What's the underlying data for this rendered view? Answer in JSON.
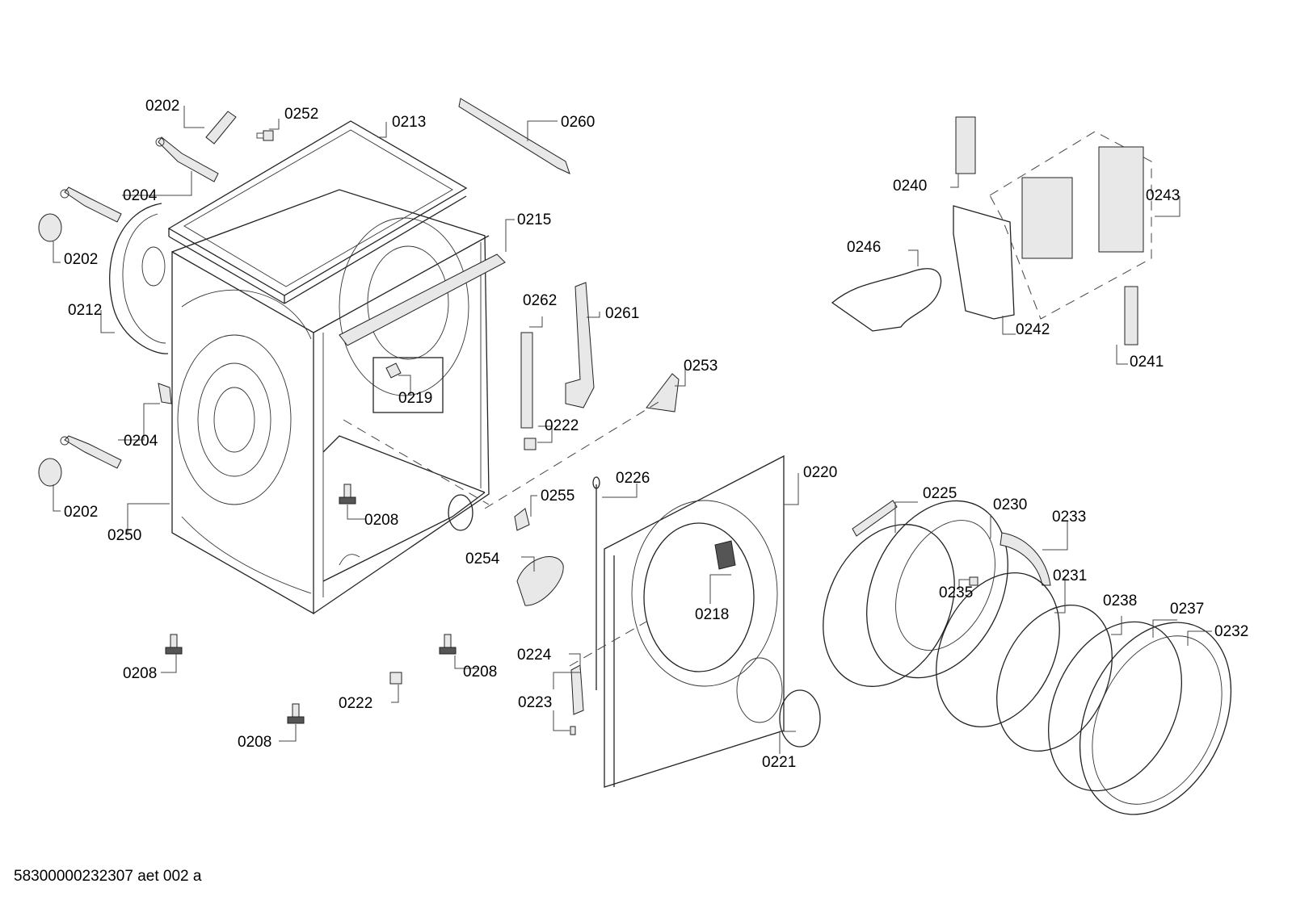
{
  "diagram": {
    "type": "exploded-parts-diagram",
    "subject": "washing machine cabinet, front panel and door assembly",
    "labels": [
      {
        "id": "0202",
        "name": "0202"
      },
      {
        "id": "0252",
        "name": "0252"
      },
      {
        "id": "0213",
        "name": "0213"
      },
      {
        "id": "0260",
        "name": "0260"
      },
      {
        "id": "0204a",
        "name": "0204"
      },
      {
        "id": "0202b",
        "name": "0202"
      },
      {
        "id": "0215",
        "name": "0215"
      },
      {
        "id": "0212",
        "name": "0212"
      },
      {
        "id": "0262",
        "name": "0262"
      },
      {
        "id": "0261",
        "name": "0261"
      },
      {
        "id": "0219",
        "name": "0219"
      },
      {
        "id": "0253",
        "name": "0253"
      },
      {
        "id": "0204b",
        "name": "0204"
      },
      {
        "id": "0222a",
        "name": "0222"
      },
      {
        "id": "0202c",
        "name": "0202"
      },
      {
        "id": "0250",
        "name": "0250"
      },
      {
        "id": "0208a",
        "name": "0208"
      },
      {
        "id": "0226",
        "name": "0226"
      },
      {
        "id": "0220",
        "name": "0220"
      },
      {
        "id": "0255",
        "name": "0255"
      },
      {
        "id": "0254",
        "name": "0254"
      },
      {
        "id": "0218",
        "name": "0218"
      },
      {
        "id": "0224",
        "name": "0224"
      },
      {
        "id": "0223",
        "name": "0223"
      },
      {
        "id": "0208b",
        "name": "0208"
      },
      {
        "id": "0208c",
        "name": "0208"
      },
      {
        "id": "0222b",
        "name": "0222"
      },
      {
        "id": "0208d",
        "name": "0208"
      },
      {
        "id": "0221",
        "name": "0221"
      },
      {
        "id": "0225",
        "name": "0225"
      },
      {
        "id": "0230",
        "name": "0230"
      },
      {
        "id": "0233",
        "name": "0233"
      },
      {
        "id": "0235",
        "name": "0235"
      },
      {
        "id": "0231",
        "name": "0231"
      },
      {
        "id": "0238",
        "name": "0238"
      },
      {
        "id": "0237",
        "name": "0237"
      },
      {
        "id": "0232",
        "name": "0232"
      },
      {
        "id": "0240",
        "name": "0240"
      },
      {
        "id": "0243",
        "name": "0243"
      },
      {
        "id": "0246",
        "name": "0246"
      },
      {
        "id": "0242",
        "name": "0242"
      },
      {
        "id": "0241",
        "name": "0241"
      }
    ]
  },
  "footer": {
    "document_code": "58300000232307 aet 002 a"
  }
}
